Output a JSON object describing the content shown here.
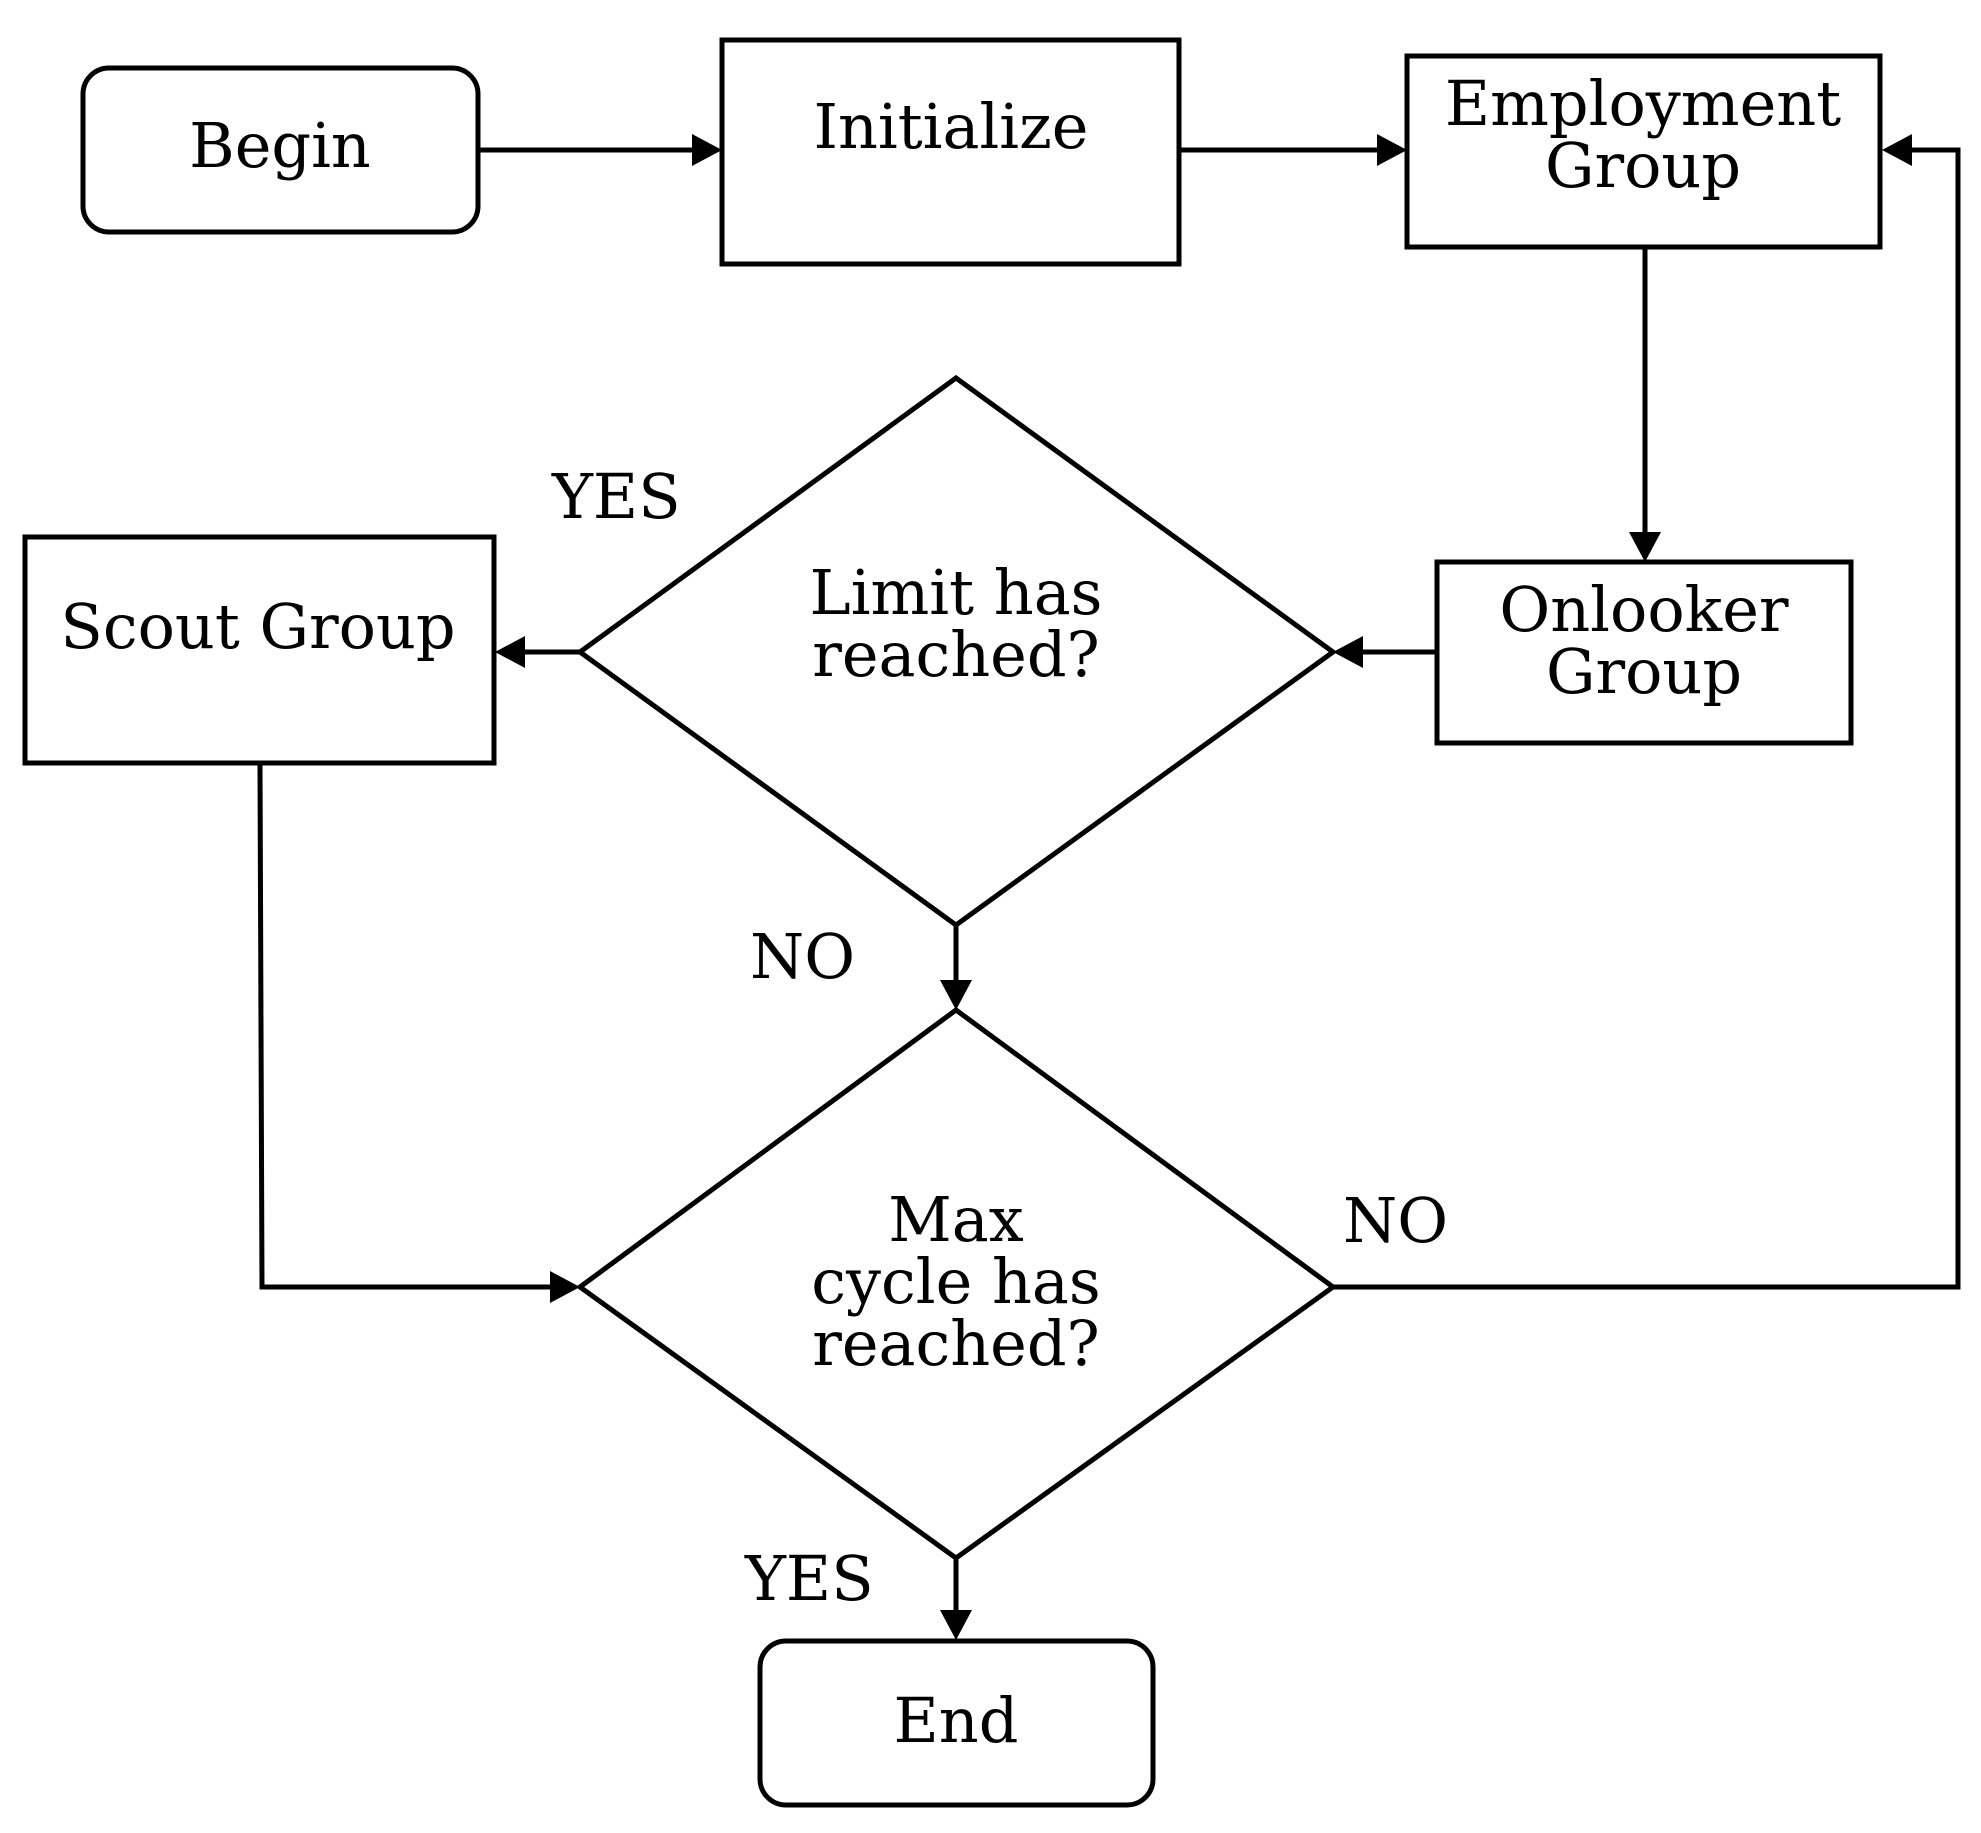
{
  "nodes": {
    "begin": "Begin",
    "initialize": "Initialize",
    "employment": [
      "Employment",
      "Group"
    ],
    "onlooker": [
      "Onlooker",
      "Group"
    ],
    "limit": [
      "Limit has",
      "reached?"
    ],
    "scout": "Scout Group",
    "maxcycle": [
      "Max",
      "cycle has",
      "reached?"
    ],
    "end": "End"
  },
  "edge_labels": {
    "limit_yes": "YES",
    "limit_no": "NO",
    "max_no": "NO",
    "max_yes": "YES"
  },
  "colors": {
    "stroke": "#000000",
    "background": "#ffffff"
  }
}
